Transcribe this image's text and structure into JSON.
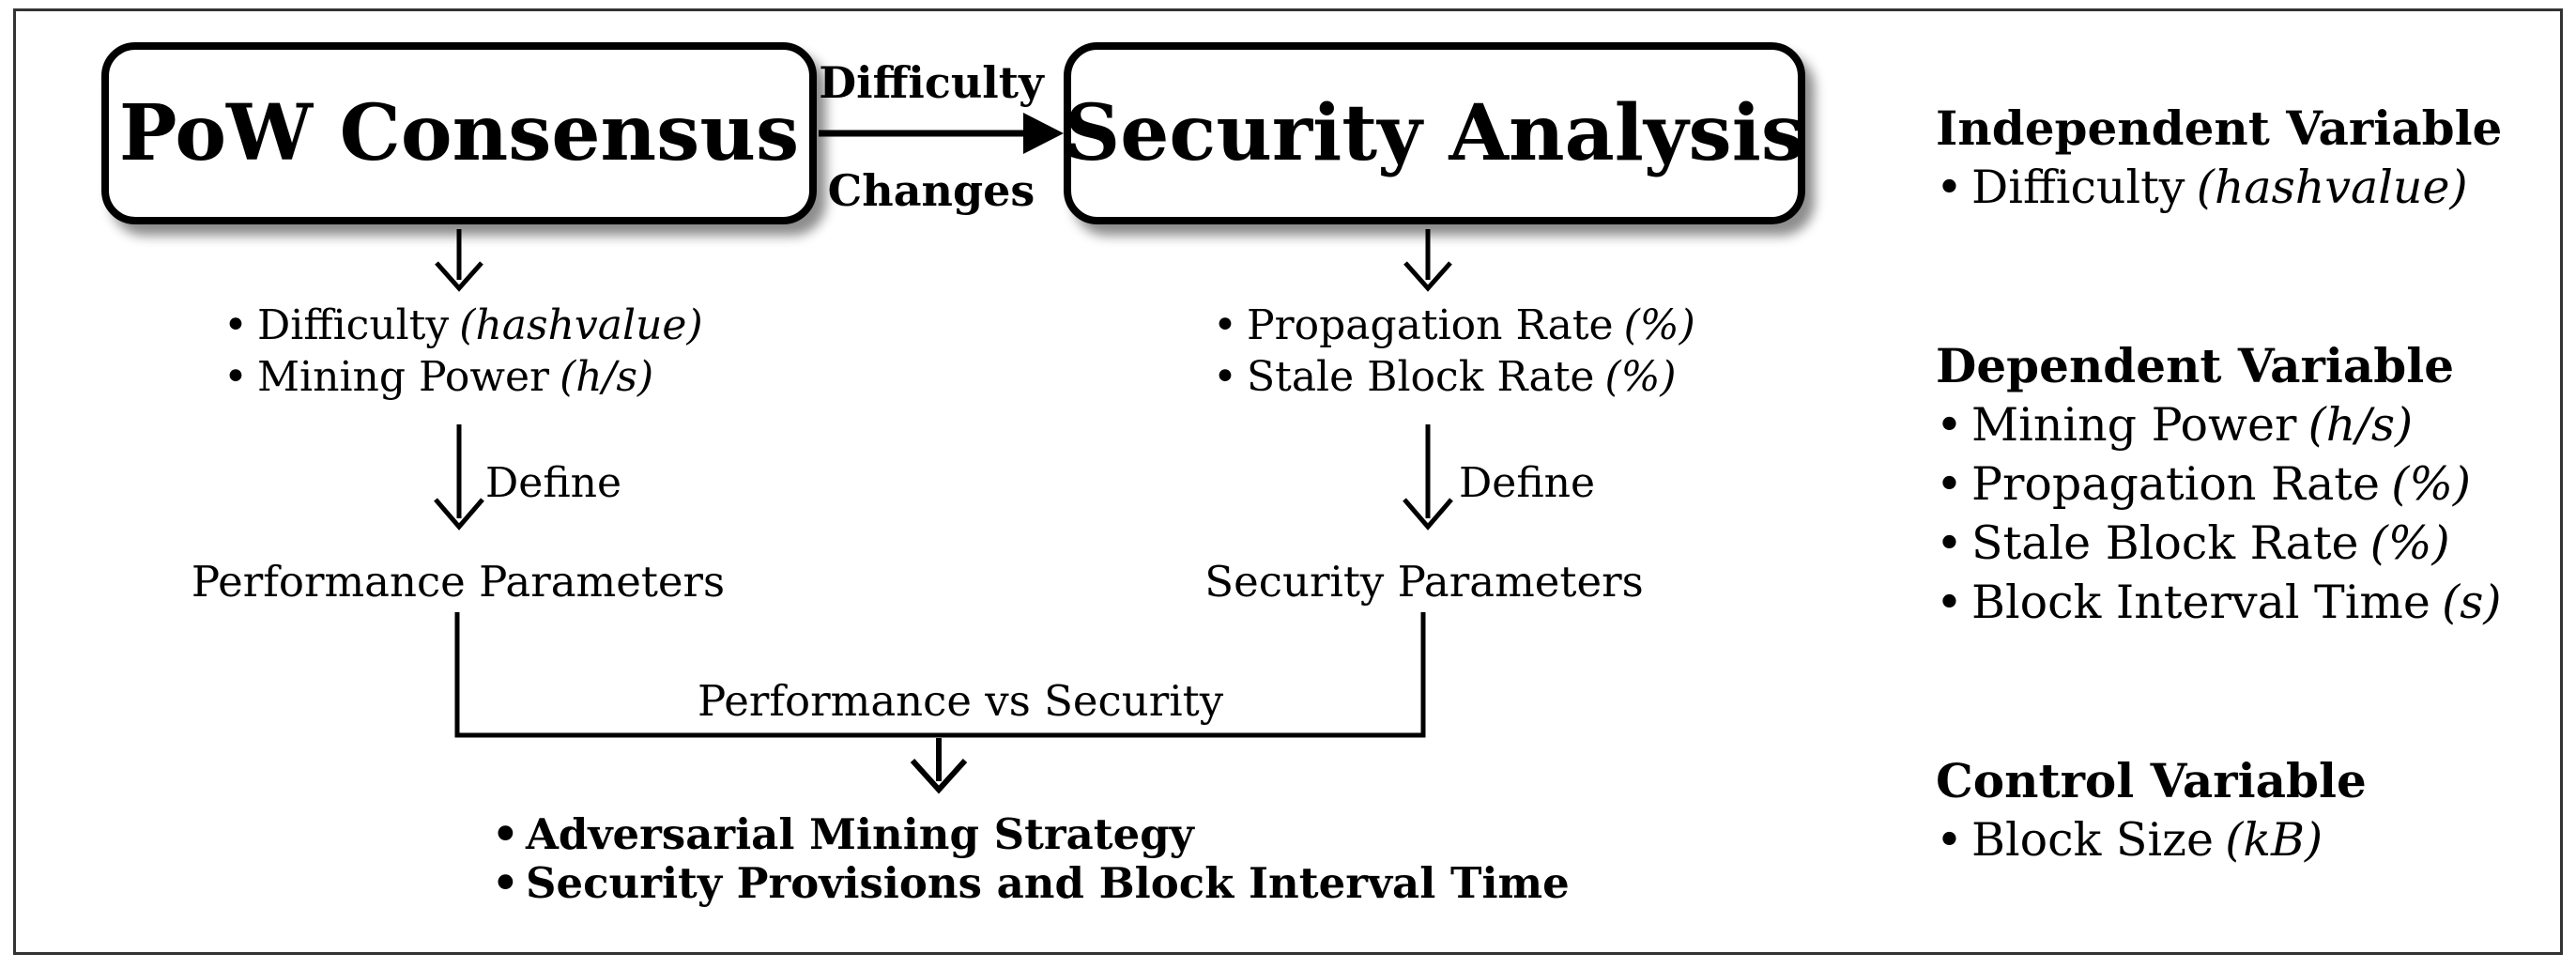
{
  "colors": {
    "ink": "#000000",
    "background": "#ffffff",
    "frame": "#333333"
  },
  "flow": {
    "pow_box": "PoW Consensus",
    "security_box": "Security Analysis",
    "transition": {
      "line1": "Difficulty",
      "line2": "Changes"
    },
    "define": "Define",
    "pow_metrics": [
      {
        "text": "Difficulty",
        "unit": "(hashvalue)"
      },
      {
        "text": "Mining Power",
        "unit": "(h/s)"
      }
    ],
    "security_metrics": [
      {
        "text": "Propagation Rate",
        "unit": "(%)"
      },
      {
        "text": "Stale Block Rate",
        "unit": "(%)"
      }
    ],
    "performance_parameters": "Performance Parameters",
    "security_parameters": "Security Parameters",
    "tradeoff": "Performance vs Security",
    "outcomes": [
      "Adversarial Mining Strategy",
      "Security Provisions and Block Interval Time"
    ]
  },
  "variables_panel": {
    "independent": {
      "title": "Independent Variable",
      "items": [
        {
          "text": "Difficulty",
          "unit": "(hashvalue)"
        }
      ]
    },
    "dependent": {
      "title": "Dependent Variable",
      "items": [
        {
          "text": "Mining Power",
          "unit": "(h/s)"
        },
        {
          "text": "Propagation Rate",
          "unit": "(%)"
        },
        {
          "text": "Stale Block Rate",
          "unit": "(%)"
        },
        {
          "text": "Block Interval Time",
          "unit": "(s)"
        }
      ]
    },
    "control": {
      "title": "Control Variable",
      "items": [
        {
          "text": "Block Size",
          "unit": "(kB)"
        }
      ]
    }
  }
}
